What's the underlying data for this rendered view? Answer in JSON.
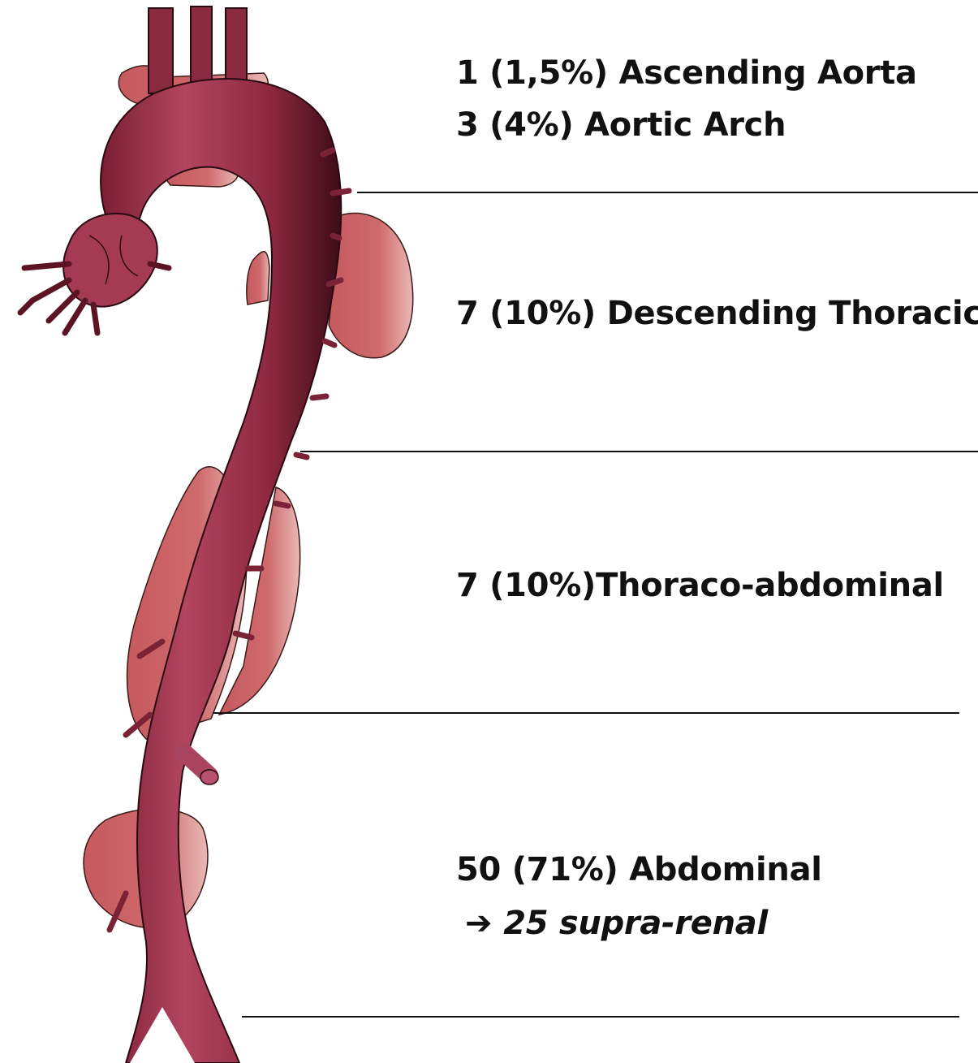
{
  "segments": [
    {
      "label": "1 (1,5%) Ascending Aorta"
    },
    {
      "label": "3 (4%) Aortic Arch"
    },
    {
      "label": "7 (10%) Descending Thoracic"
    },
    {
      "label": "7 (10%)Thoraco-abdominal"
    },
    {
      "label": "50 (71%) Abdominal"
    }
  ],
  "abdominal_sub": {
    "arrow": "➔",
    "text": "25 supra-renal"
  },
  "colors": {
    "vessel": "#9b2f48",
    "vessel_dark": "#5c1424",
    "aneurysm": "#c8525a",
    "line": "#111111"
  }
}
